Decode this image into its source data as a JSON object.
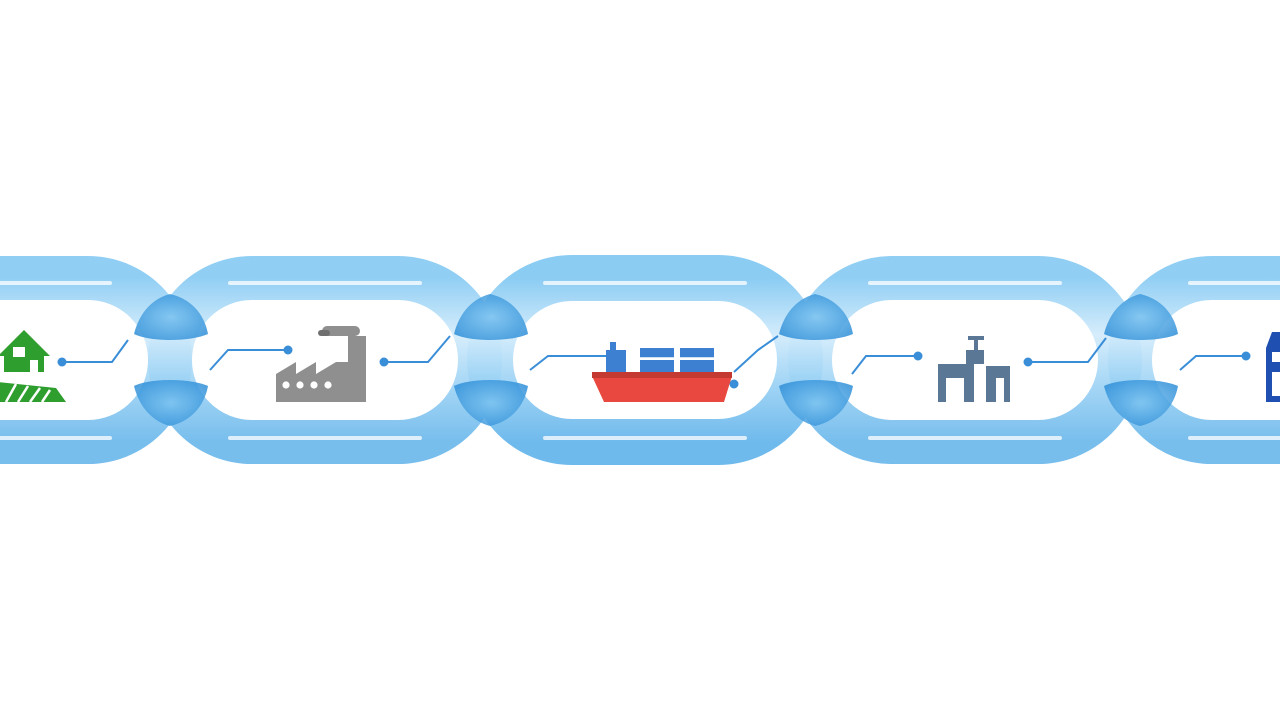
{
  "diagram": {
    "kind": "supply-chain-links",
    "background_color": "#ffffff",
    "chain_color": "#4aa8e8",
    "chain_highlight_color": "#e6f5ff",
    "connector_color": "#3a8ed8",
    "stages": [
      {
        "id": "farm",
        "icon": "farm-house-icon",
        "color": "#2e9e2e"
      },
      {
        "id": "factory",
        "icon": "factory-icon",
        "color": "#8f8f8f"
      },
      {
        "id": "cargo-ship",
        "icon": "cargo-ship-icon",
        "color": "#e8483f",
        "accent_color": "#3d7fd1"
      },
      {
        "id": "warehouse",
        "icon": "warehouse-icon",
        "color": "#5a7796"
      },
      {
        "id": "store",
        "icon": "store-icon",
        "color": "#1f4fb0"
      }
    ]
  }
}
